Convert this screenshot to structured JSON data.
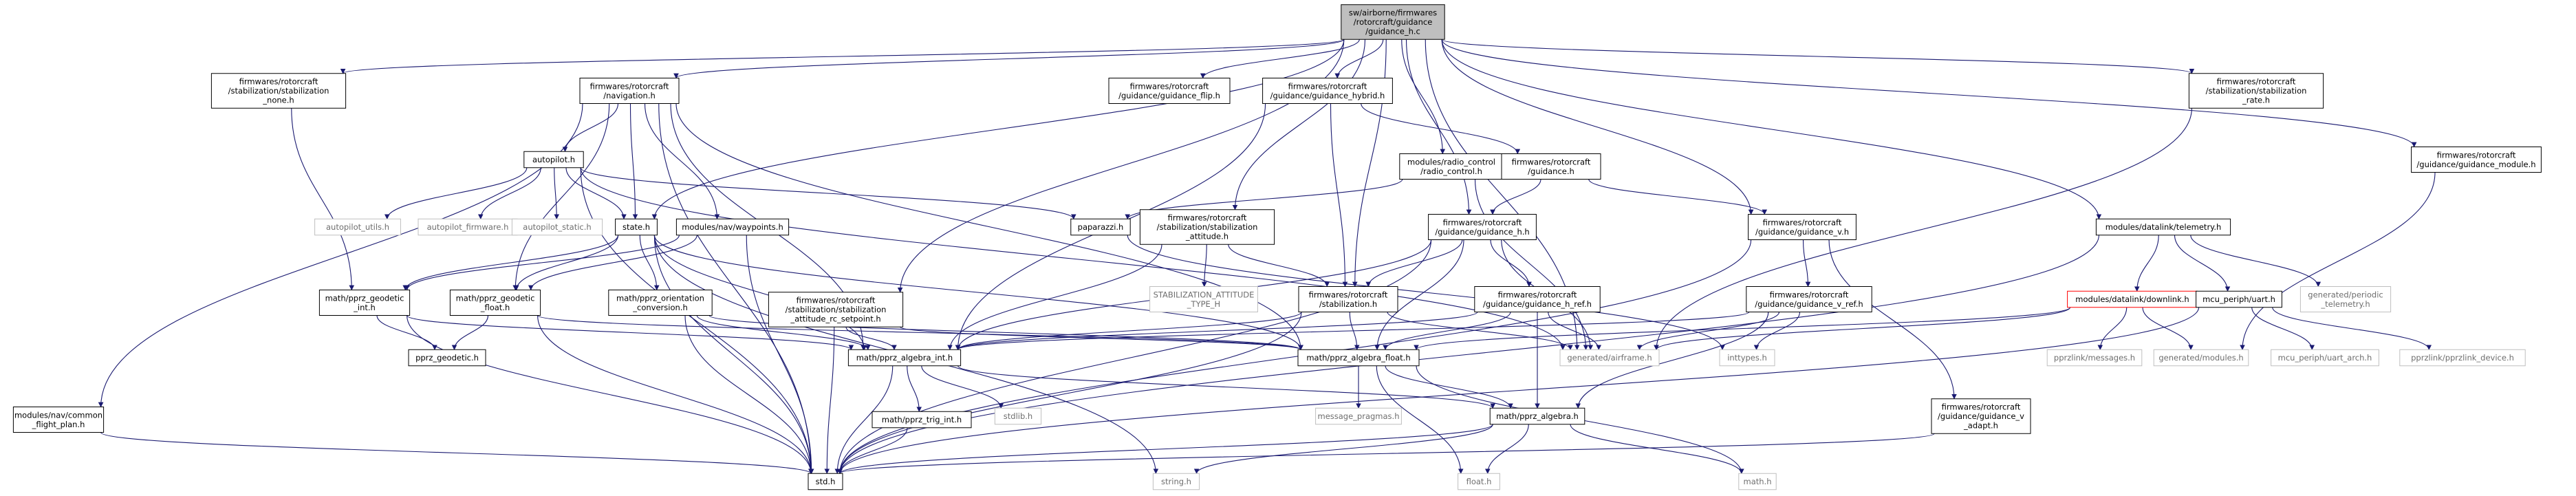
{
  "diagram": {
    "nodes": [
      {
        "id": "root",
        "lines": [
          "sw/airborne/firmwares",
          "/rotorcraft/guidance",
          "/guidance_h.c"
        ],
        "style": "root"
      },
      {
        "id": "stab_none",
        "lines": [
          "firmwares/rotorcraft",
          "/stabilization/stabilization",
          "_none.h"
        ],
        "style": "box"
      },
      {
        "id": "navigation",
        "lines": [
          "firmwares/rotorcraft",
          "/navigation.h"
        ],
        "style": "box"
      },
      {
        "id": "guidance_flip",
        "lines": [
          "firmwares/rotorcraft",
          "/guidance/guidance_flip.h"
        ],
        "style": "box"
      },
      {
        "id": "guidance_hybrid",
        "lines": [
          "firmwares/rotorcraft",
          "/guidance/guidance_hybrid.h"
        ],
        "style": "box"
      },
      {
        "id": "stab_rate",
        "lines": [
          "firmwares/rotorcraft",
          "/stabilization/stabilization",
          "_rate.h"
        ],
        "style": "box"
      },
      {
        "id": "guidance_module",
        "lines": [
          "firmwares/rotorcraft",
          "/guidance/guidance_module.h"
        ],
        "style": "box"
      },
      {
        "id": "radio_control",
        "lines": [
          "modules/radio_control",
          "/radio_control.h"
        ],
        "style": "box"
      },
      {
        "id": "guidance",
        "lines": [
          "firmwares/rotorcraft",
          "/guidance.h"
        ],
        "style": "box"
      },
      {
        "id": "autopilot",
        "lines": [
          "autopilot.h"
        ],
        "style": "box"
      },
      {
        "id": "autopilot_utils",
        "lines": [
          "autopilot_utils.h"
        ],
        "style": "gray"
      },
      {
        "id": "autopilot_firmware",
        "lines": [
          "autopilot_firmware.h"
        ],
        "style": "gray"
      },
      {
        "id": "autopilot_static",
        "lines": [
          "autopilot_static.h"
        ],
        "style": "gray"
      },
      {
        "id": "state",
        "lines": [
          "state.h"
        ],
        "style": "box"
      },
      {
        "id": "waypoints",
        "lines": [
          "modules/nav/waypoints.h"
        ],
        "style": "box"
      },
      {
        "id": "paparazzi",
        "lines": [
          "paparazzi.h"
        ],
        "style": "box"
      },
      {
        "id": "stab_attitude",
        "lines": [
          "firmwares/rotorcraft",
          "/stabilization/stabilization",
          "_attitude.h"
        ],
        "style": "box"
      },
      {
        "id": "guidance_h",
        "lines": [
          "firmwares/rotorcraft",
          "/guidance/guidance_h.h"
        ],
        "style": "box"
      },
      {
        "id": "guidance_v",
        "lines": [
          "firmwares/rotorcraft",
          "/guidance/guidance_v.h"
        ],
        "style": "box"
      },
      {
        "id": "telemetry",
        "lines": [
          "modules/datalink/telemetry.h"
        ],
        "style": "box"
      },
      {
        "id": "stab_type",
        "lines": [
          "STABILIZATION_ATTITUDE",
          "_TYPE_H"
        ],
        "style": "gray"
      },
      {
        "id": "stabilization",
        "lines": [
          "firmwares/rotorcraft",
          "/stabilization.h"
        ],
        "style": "box"
      },
      {
        "id": "guidance_h_ref",
        "lines": [
          "firmwares/rotorcraft",
          "/guidance/guidance_h_ref.h"
        ],
        "style": "box"
      },
      {
        "id": "guidance_v_ref",
        "lines": [
          "firmwares/rotorcraft",
          "/guidance/guidance_v_ref.h"
        ],
        "style": "box"
      },
      {
        "id": "downlink",
        "lines": [
          "modules/datalink/downlink.h"
        ],
        "style": "red"
      },
      {
        "id": "uart",
        "lines": [
          "mcu_periph/uart.h"
        ],
        "style": "box"
      },
      {
        "id": "periodic_telemetry",
        "lines": [
          "generated/periodic",
          "_telemetry.h"
        ],
        "style": "gray"
      },
      {
        "id": "pprz_geodetic_int",
        "lines": [
          "math/pprz_geodetic",
          "_int.h"
        ],
        "style": "box"
      },
      {
        "id": "pprz_geodetic_float",
        "lines": [
          "math/pprz_geodetic",
          "_float.h"
        ],
        "style": "box"
      },
      {
        "id": "pprz_orientation",
        "lines": [
          "math/pprz_orientation",
          "_conversion.h"
        ],
        "style": "box"
      },
      {
        "id": "stab_rc_setpoint",
        "lines": [
          "firmwares/rotorcraft",
          "/stabilization/stabilization",
          "_attitude_rc_setpoint.h"
        ],
        "style": "box"
      },
      {
        "id": "airframe",
        "lines": [
          "generated/airframe.h"
        ],
        "style": "gray"
      },
      {
        "id": "inttypes",
        "lines": [
          "inttypes.h"
        ],
        "style": "gray"
      },
      {
        "id": "pprzlink_messages",
        "lines": [
          "pprzlink/messages.h"
        ],
        "style": "gray"
      },
      {
        "id": "modules_gen",
        "lines": [
          "generated/modules.h"
        ],
        "style": "gray"
      },
      {
        "id": "uart_arch",
        "lines": [
          "mcu_periph/uart_arch.h"
        ],
        "style": "gray"
      },
      {
        "id": "pprzlink_device",
        "lines": [
          "pprzlink/pprzlink_device.h"
        ],
        "style": "gray"
      },
      {
        "id": "pprz_geodetic",
        "lines": [
          "pprz_geodetic.h"
        ],
        "style": "box"
      },
      {
        "id": "pprz_algebra_int",
        "lines": [
          "math/pprz_algebra_int.h"
        ],
        "style": "box"
      },
      {
        "id": "pprz_algebra_float",
        "lines": [
          "math/pprz_algebra_float.h"
        ],
        "style": "box"
      },
      {
        "id": "stdlib",
        "lines": [
          "stdlib.h"
        ],
        "style": "gray"
      },
      {
        "id": "message_pragmas",
        "lines": [
          "message_pragmas.h"
        ],
        "style": "gray"
      },
      {
        "id": "pprz_algebra",
        "lines": [
          "math/pprz_algebra.h"
        ],
        "style": "box"
      },
      {
        "id": "guidance_v_adapt",
        "lines": [
          "firmwares/rotorcraft",
          "/guidance/guidance_v",
          "_adapt.h"
        ],
        "style": "box"
      },
      {
        "id": "flight_plan",
        "lines": [
          "modules/nav/common",
          "_flight_plan.h"
        ],
        "style": "box"
      },
      {
        "id": "pprz_trig_int",
        "lines": [
          "math/pprz_trig_int.h"
        ],
        "style": "box"
      },
      {
        "id": "std",
        "lines": [
          "std.h"
        ],
        "style": "box"
      },
      {
        "id": "string",
        "lines": [
          "string.h"
        ],
        "style": "gray"
      },
      {
        "id": "float",
        "lines": [
          "float.h"
        ],
        "style": "gray"
      },
      {
        "id": "math",
        "lines": [
          "math.h"
        ],
        "style": "gray"
      }
    ],
    "edges": [
      [
        "root",
        "stab_none"
      ],
      [
        "root",
        "navigation"
      ],
      [
        "root",
        "guidance_flip"
      ],
      [
        "root",
        "guidance_hybrid"
      ],
      [
        "root",
        "stab_rate"
      ],
      [
        "root",
        "guidance_module"
      ],
      [
        "root",
        "radio_control"
      ],
      [
        "root",
        "state"
      ],
      [
        "root",
        "stab_attitude"
      ],
      [
        "root",
        "guidance_h"
      ],
      [
        "root",
        "guidance_v"
      ],
      [
        "root",
        "telemetry"
      ],
      [
        "root",
        "stabilization"
      ],
      [
        "root",
        "stab_rc_setpoint"
      ],
      [
        "root",
        "airframe"
      ],
      [
        "stab_none",
        "pprz_geodetic_int"
      ],
      [
        "navigation",
        "autopilot"
      ],
      [
        "navigation",
        "state"
      ],
      [
        "navigation",
        "waypoints"
      ],
      [
        "navigation",
        "flight_plan"
      ],
      [
        "navigation",
        "std"
      ],
      [
        "navigation",
        "pprz_geodetic_float"
      ],
      [
        "navigation",
        "pprz_algebra_float"
      ],
      [
        "navigation",
        "pprz_algebra_int"
      ],
      [
        "guidance_hybrid",
        "guidance"
      ],
      [
        "guidance_hybrid",
        "stabilization"
      ],
      [
        "guidance_hybrid",
        "pprz_algebra_int"
      ],
      [
        "stab_rate",
        "airframe"
      ],
      [
        "guidance_module",
        "modules_gen"
      ],
      [
        "radio_control",
        "paparazzi"
      ],
      [
        "radio_control",
        "airframe"
      ],
      [
        "guidance",
        "guidance_h"
      ],
      [
        "guidance",
        "guidance_v"
      ],
      [
        "autopilot",
        "autopilot_utils"
      ],
      [
        "autopilot",
        "autopilot_firmware"
      ],
      [
        "autopilot",
        "autopilot_static"
      ],
      [
        "autopilot",
        "state"
      ],
      [
        "autopilot",
        "paparazzi"
      ],
      [
        "autopilot",
        "std"
      ],
      [
        "autopilot",
        "airframe"
      ],
      [
        "state",
        "pprz_geodetic_int"
      ],
      [
        "state",
        "pprz_geodetic_float"
      ],
      [
        "state",
        "pprz_orientation"
      ],
      [
        "state",
        "pprz_algebra_int"
      ],
      [
        "state",
        "pprz_algebra_float"
      ],
      [
        "state",
        "std"
      ],
      [
        "state",
        "string"
      ],
      [
        "waypoints",
        "pprz_geodetic_float"
      ],
      [
        "waypoints",
        "pprz_geodetic_int"
      ],
      [
        "waypoints",
        "std"
      ],
      [
        "paparazzi",
        "inttypes"
      ],
      [
        "stab_attitude",
        "stab_type"
      ],
      [
        "stab_attitude",
        "stabilization"
      ],
      [
        "stab_attitude",
        "pprz_algebra_int"
      ],
      [
        "guidance_h",
        "stabilization"
      ],
      [
        "guidance_h",
        "guidance_h_ref"
      ],
      [
        "guidance_h",
        "pprz_algebra_int"
      ],
      [
        "guidance_h",
        "pprz_algebra_float"
      ],
      [
        "guidance_h",
        "airframe"
      ],
      [
        "guidance_h",
        "std"
      ],
      [
        "guidance_v",
        "guidance_v_ref"
      ],
      [
        "guidance_v",
        "guidance_v_adapt"
      ],
      [
        "guidance_v",
        "std"
      ],
      [
        "telemetry",
        "downlink"
      ],
      [
        "telemetry",
        "uart"
      ],
      [
        "telemetry",
        "periodic_telemetry"
      ],
      [
        "telemetry",
        "std"
      ],
      [
        "stabilization",
        "pprz_algebra_int"
      ],
      [
        "stabilization",
        "pprz_algebra_float"
      ],
      [
        "stabilization",
        "airframe"
      ],
      [
        "stabilization",
        "std"
      ],
      [
        "guidance_h_ref",
        "pprz_algebra_int"
      ],
      [
        "guidance_h_ref",
        "pprz_algebra_float"
      ],
      [
        "guidance_h_ref",
        "pprz_algebra"
      ],
      [
        "guidance_h_ref",
        "airframe"
      ],
      [
        "guidance_v_ref",
        "pprz_algebra"
      ],
      [
        "guidance_v_ref",
        "inttypes"
      ],
      [
        "guidance_v_ref",
        "airframe"
      ],
      [
        "guidance_v_ref",
        "pprz_algebra_int"
      ],
      [
        "downlink",
        "pprzlink_messages"
      ],
      [
        "downlink",
        "modules_gen"
      ],
      [
        "downlink",
        "pprz_algebra_float"
      ],
      [
        "downlink",
        "airframe"
      ],
      [
        "uart",
        "uart_arch"
      ],
      [
        "uart",
        "pprzlink_device"
      ],
      [
        "uart",
        "std"
      ],
      [
        "pprz_geodetic_int",
        "pprz_geodetic"
      ],
      [
        "pprz_geodetic_int",
        "pprz_algebra_int"
      ],
      [
        "pprz_geodetic_int",
        "std"
      ],
      [
        "pprz_geodetic_float",
        "pprz_geodetic"
      ],
      [
        "pprz_geodetic_float",
        "pprz_algebra_float"
      ],
      [
        "pprz_geodetic_float",
        "std"
      ],
      [
        "pprz_orientation",
        "pprz_algebra_int"
      ],
      [
        "pprz_orientation",
        "pprz_algebra_float"
      ],
      [
        "pprz_orientation",
        "std"
      ],
      [
        "stab_rc_setpoint",
        "pprz_algebra_int"
      ],
      [
        "stab_rc_setpoint",
        "pprz_algebra_float"
      ],
      [
        "stab_rc_setpoint",
        "std"
      ],
      [
        "pprz_algebra_int",
        "pprz_algebra"
      ],
      [
        "pprz_algebra_int",
        "pprz_trig_int"
      ],
      [
        "pprz_algebra_int",
        "stdlib"
      ],
      [
        "pprz_algebra_int",
        "std"
      ],
      [
        "pprz_algebra_float",
        "pprz_algebra"
      ],
      [
        "pprz_algebra_float",
        "message_pragmas"
      ],
      [
        "pprz_algebra_float",
        "float"
      ],
      [
        "pprz_algebra_float",
        "math"
      ],
      [
        "pprz_algebra",
        "float"
      ],
      [
        "pprz_algebra",
        "math"
      ],
      [
        "pprz_algebra",
        "std"
      ],
      [
        "pprz_algebra",
        "string"
      ],
      [
        "guidance_v_adapt",
        "std"
      ],
      [
        "flight_plan",
        "std"
      ],
      [
        "pprz_trig_int",
        "std"
      ]
    ]
  },
  "colors": {
    "root_fill": "#bfbfbf",
    "box_stroke": "#000000",
    "gray_stroke": "#bfbfbf",
    "red_stroke": "#ff0000",
    "edge": "#191970"
  }
}
